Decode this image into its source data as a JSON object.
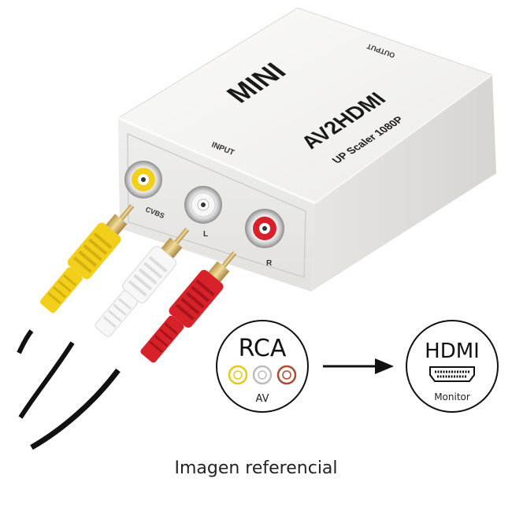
{
  "device": {
    "brand_text": "MINI",
    "model_text": "AV2HDMI",
    "subtitle_text": "UP Scaler 1080P",
    "input_label": "INPUT",
    "output_label": "OUTPUT",
    "port_labels": {
      "cvbs": "CVBS",
      "left": "L",
      "right": "R"
    }
  },
  "diagram": {
    "source_title": "RCA",
    "source_sub": "AV",
    "target_title": "HDMI",
    "target_sub": "Monitor",
    "arrow_color": "#111111",
    "dot_colors": [
      "#e8c81a",
      "#bdbdbd",
      "#b04a30"
    ]
  },
  "caption": "Imagen referencial",
  "colors": {
    "device_body": "#f4f4f2",
    "yellow_plug": "#f2cf1a",
    "white_plug": "#f6f6f6",
    "red_plug": "#d8222a",
    "gold": "#d8b870"
  }
}
